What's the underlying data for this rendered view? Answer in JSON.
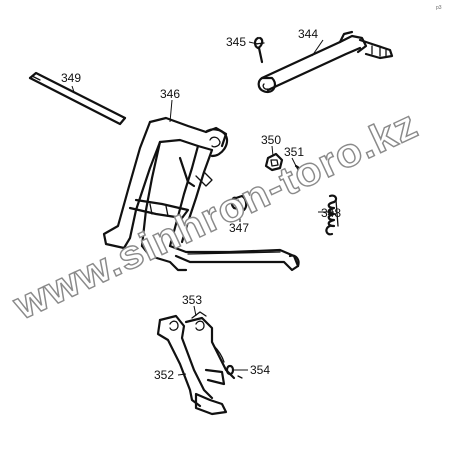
{
  "watermark": "www.sinhron-toro.kz",
  "corner_mark": "p3",
  "callouts": {
    "c344": "344",
    "c345": "345",
    "c346": "346",
    "c347": "347",
    "c348": "348",
    "c349": "349",
    "c350": "350",
    "c351": "351",
    "c352": "352",
    "c353": "353",
    "c354": "354"
  }
}
